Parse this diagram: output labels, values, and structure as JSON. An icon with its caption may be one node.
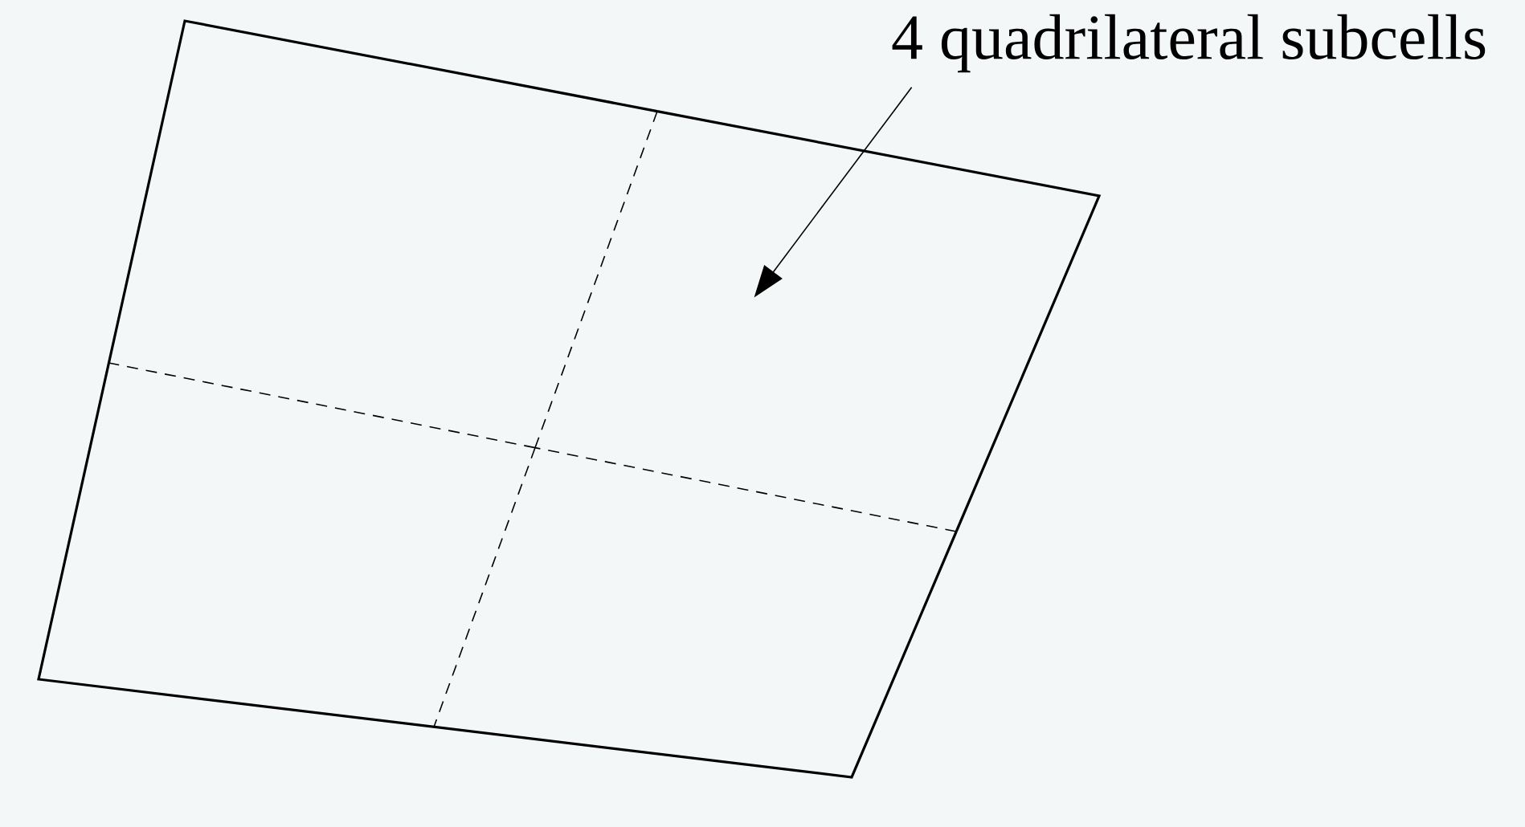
{
  "diagram": {
    "nodes": [
      {
        "text": [
          "4 quadrilateral subcells"
        ]
      },
      {
        "text": [],
        "shape": "box"
      }
    ],
    "edges": [
      {
        "from": 0,
        "to": 1,
        "arrow": "to"
      }
    ]
  }
}
